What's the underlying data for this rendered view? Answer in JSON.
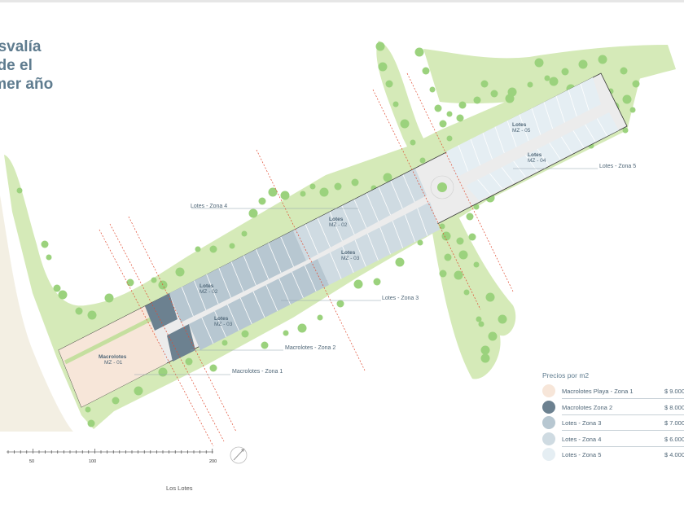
{
  "headline": [
    "usvalía",
    "sde el",
    "imer año"
  ],
  "map": {
    "zone_labels": {
      "lotes_zona_4": "Lotes - Zona 4",
      "lotes_zona_5": "Lotes - Zona 5",
      "lotes_zona_3": "Lotes - Zona 3",
      "macrolotes_zona_2": "Macrolotes  - Zona 2",
      "macrolotes_zona_1": "Macrolotes  - Zona 1"
    },
    "block_labels": [
      {
        "title": "Macrolotes",
        "code": "MZ - 01"
      },
      {
        "title": "Lotes",
        "code": "MZ - 02"
      },
      {
        "title": "Lotes",
        "code": "MZ - 03"
      },
      {
        "title": "Lotes",
        "code": "MZ - 02"
      },
      {
        "title": "Lotes",
        "code": "MZ - 03"
      },
      {
        "title": "Lotes",
        "code": "MZ - 05"
      },
      {
        "title": "Lotes",
        "code": "MZ - 04"
      }
    ],
    "scale_ticks": [
      "50",
      "100",
      "200"
    ],
    "caption": "Los Lotes"
  },
  "legend": {
    "title": "Precios por m2",
    "items": [
      {
        "name": "Macrolotes Playa - Zona 1",
        "price": "$ 9.000",
        "color": "#f7e6d9"
      },
      {
        "name": "Macrolotes Zona 2",
        "price": "$ 8.000",
        "color": "#6c8190"
      },
      {
        "name": "Lotes - Zona 3",
        "price": "$ 7.000",
        "color": "#b7c7d1"
      },
      {
        "name": "Lotes - Zona 4",
        "price": "$ 6.000",
        "color": "#cfdbe2"
      },
      {
        "name": "Lotes - Zona 5",
        "price": "$ 4.000",
        "color": "#e5eef3"
      }
    ]
  },
  "colors": {
    "green_area": "#d5eab8",
    "tree": "#9bd27d",
    "beach": "#f3efe3",
    "road": "#ececec",
    "survey_line": "#e04a30"
  }
}
